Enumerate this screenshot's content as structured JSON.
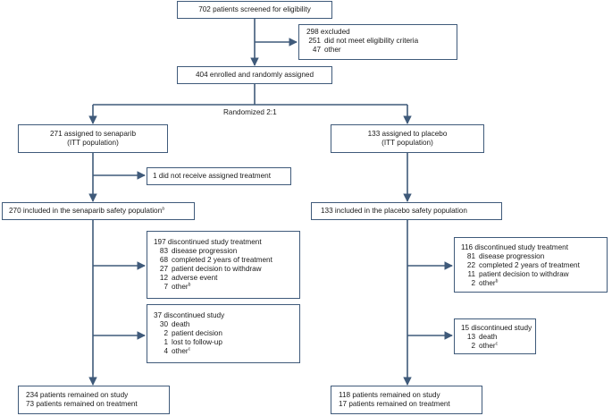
{
  "colors": {
    "line": "#3f5a7a",
    "box_border": "#3f5a7a",
    "text": "#1a1a1a"
  },
  "screened": "702 patients screened for eligibility",
  "excluded": {
    "title": "298 excluded",
    "items": [
      {
        "n": "251",
        "label": "did not meet eligibility criteria"
      },
      {
        "n": "47",
        "label": "other"
      }
    ]
  },
  "enrolled": "404 enrolled and randomly assigned",
  "randomized": "Randomized 2:1",
  "arms": {
    "senaparib": {
      "assigned_l1": "271 assigned to senaparib",
      "assigned_l2": "(ITT population)",
      "not_received": "1 did not receive assigned treatment",
      "safety": "270 included in the senaparib safety population",
      "safety_sup": "a",
      "disc_treatment": {
        "title": "197 discontinued study treatment",
        "items": [
          {
            "n": "83",
            "label": "disease progression",
            "sup": ""
          },
          {
            "n": "68",
            "label": "completed 2 years of treatment",
            "sup": ""
          },
          {
            "n": "27",
            "label": "patient decision to withdraw",
            "sup": ""
          },
          {
            "n": "12",
            "label": "adverse event",
            "sup": ""
          },
          {
            "n": "7",
            "label": "other",
            "sup": "b"
          }
        ]
      },
      "disc_study": {
        "title": "37 discontinued study",
        "items": [
          {
            "n": "30",
            "label": "death",
            "sup": ""
          },
          {
            "n": "2",
            "label": "patient decision",
            "sup": ""
          },
          {
            "n": "1",
            "label": "lost to follow-up",
            "sup": ""
          },
          {
            "n": "4",
            "label": "other",
            "sup": "c"
          }
        ]
      },
      "remained_l1": "234 patients remained on study",
      "remained_l2": "73 patients remained on treatment"
    },
    "placebo": {
      "assigned_l1": "133 assigned to placebo",
      "assigned_l2": "(ITT population)",
      "safety": "133 included in the placebo safety population",
      "disc_treatment": {
        "title": "116 discontinued study treatment",
        "items": [
          {
            "n": "81",
            "label": "disease progression",
            "sup": ""
          },
          {
            "n": "22",
            "label": "completed 2 years of treatment",
            "sup": ""
          },
          {
            "n": "11",
            "label": "patient decision to withdraw",
            "sup": ""
          },
          {
            "n": "2",
            "label": "other",
            "sup": "b"
          }
        ]
      },
      "disc_study": {
        "title": "15 discontinued study",
        "items": [
          {
            "n": "13",
            "label": "death",
            "sup": ""
          },
          {
            "n": "2",
            "label": "other",
            "sup": "c"
          }
        ]
      },
      "remained_l1": "118 patients remained on study",
      "remained_l2": "17 patients remained on treatment"
    }
  }
}
